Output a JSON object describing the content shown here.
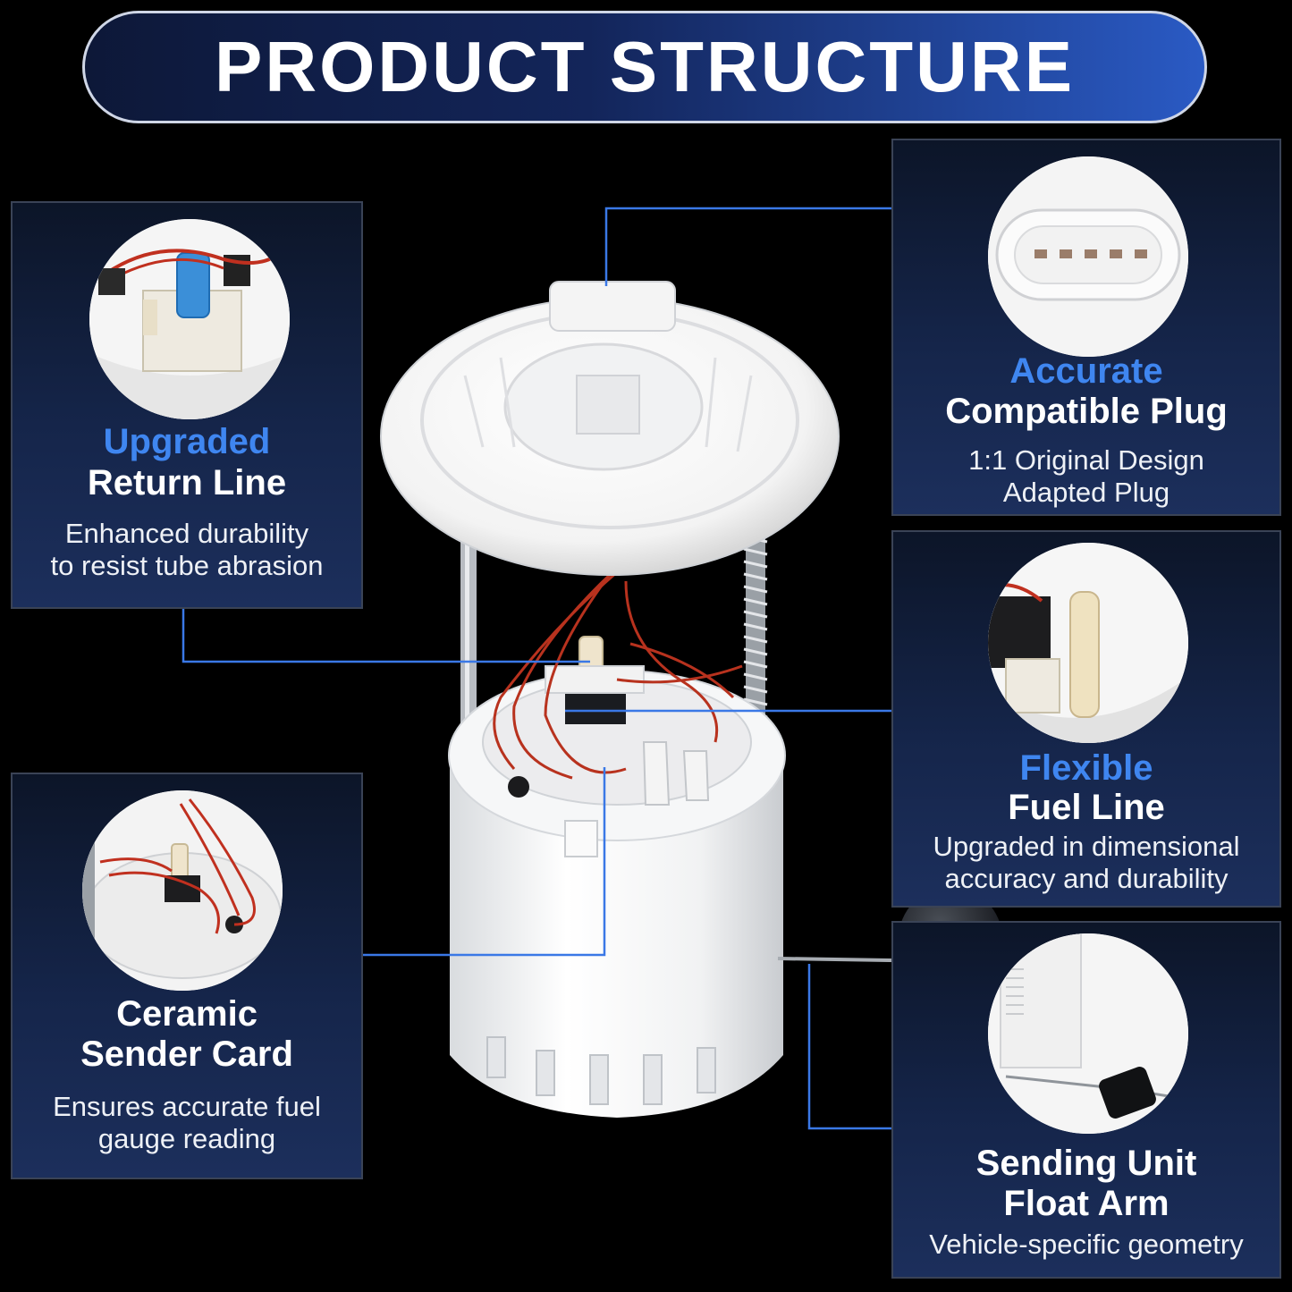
{
  "banner": {
    "title": "PRODUCT STRUCTURE"
  },
  "callouts": {
    "return_line": {
      "accent": "Upgraded",
      "title": "Return Line",
      "desc_lines": [
        "Enhanced durability",
        "to resist tube abrasion"
      ]
    },
    "plug": {
      "accent": "Accurate",
      "title": "Compatible Plug",
      "desc_lines": [
        "1:1 Original Design",
        "Adapted Plug"
      ]
    },
    "fuel_line": {
      "accent": "Flexible",
      "title": "Fuel Line",
      "desc_lines": [
        "Upgraded in dimensional",
        "accuracy and durability"
      ]
    },
    "sender_card": {
      "title_lines": [
        "Ceramic",
        "Sender Card"
      ],
      "desc_lines": [
        "Ensures accurate fuel",
        "gauge reading"
      ]
    },
    "float_arm": {
      "title_lines": [
        "Sending Unit",
        "Float Arm"
      ],
      "desc_lines": [
        "Vehicle-specific geometry"
      ]
    }
  },
  "icons": {
    "banner": "title-banner",
    "product": "fuel-pump-module-icon",
    "thumbs": [
      "return-line-thumb-icon",
      "plug-thumb-icon",
      "fuel-line-thumb-icon",
      "sender-card-thumb-icon",
      "float-arm-thumb-icon"
    ]
  },
  "colors": {
    "background": "#000000",
    "accent_blue": "#3f86f0",
    "leader_line": "#3a78e6",
    "banner_start": "#0d1838",
    "banner_end": "#2a5ac4",
    "wire_red": "#b8321e"
  }
}
